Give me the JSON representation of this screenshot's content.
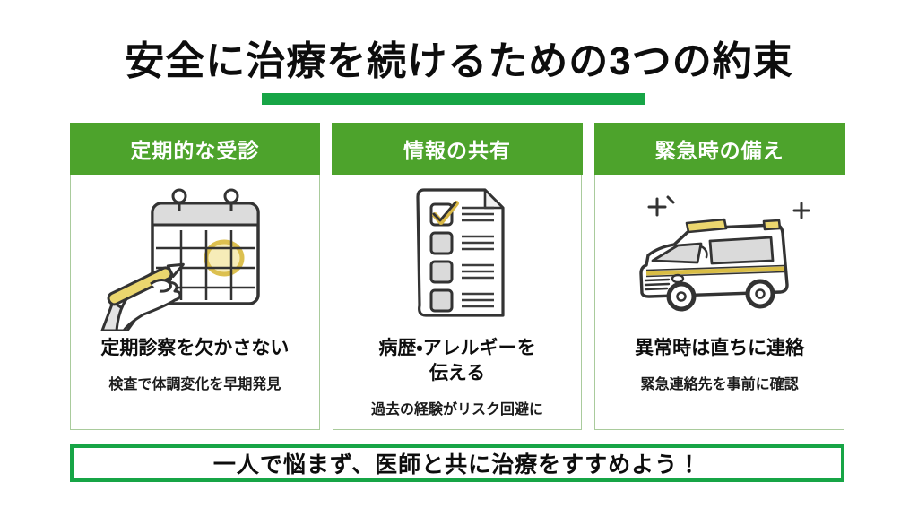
{
  "title": "安全に治療を続けるための3つの約束",
  "colors": {
    "header_green": "#4DA32C",
    "accent_green": "#17A546",
    "card_border": "#A9CB9C",
    "illus_gray": "#DADADA",
    "illus_yellow": "#EBD66E",
    "illus_yellow_deep": "#D9BD45"
  },
  "cards": [
    {
      "heading": "定期的な受診",
      "icon": "calendar-icon",
      "title_lines": [
        "定期診察を欠かさない"
      ],
      "subtitle": "検査で体調変化を早期発見"
    },
    {
      "heading": "情報の共有",
      "icon": "checklist-icon",
      "title_lines": [
        "病歴・アレルギーを",
        "伝える"
      ],
      "subtitle": "過去の経験がリスク回避に"
    },
    {
      "heading": "緊急時の備え",
      "icon": "ambulance-icon",
      "title_lines": [
        "異常時は直ちに連絡"
      ],
      "subtitle": "緊急連絡先を事前に確認"
    }
  ],
  "footer": {
    "message": "一人で悩まず、医師と共に治療をすすめよう！"
  }
}
